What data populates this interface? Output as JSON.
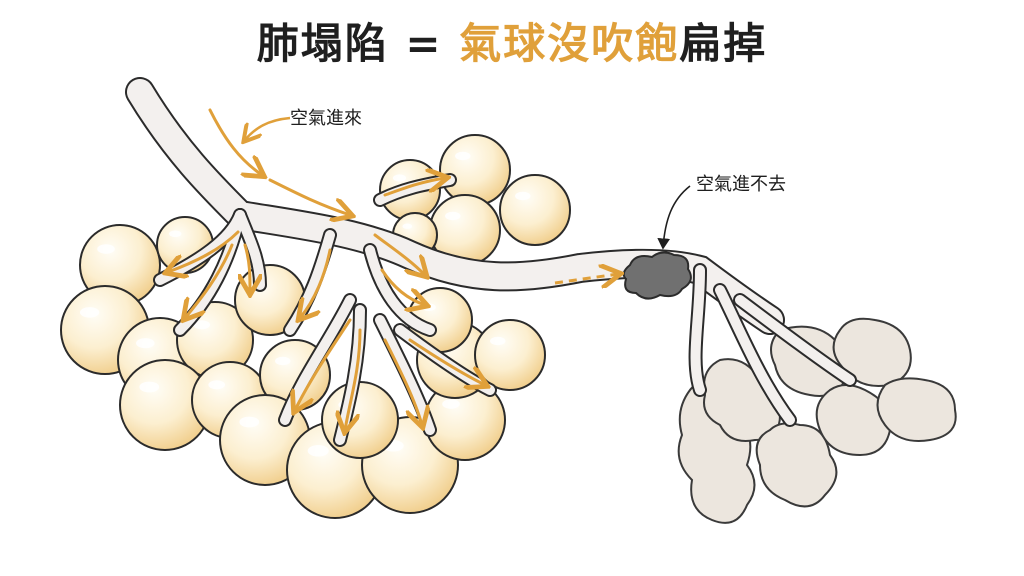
{
  "title": {
    "part1": "肺塌陷",
    "equals": "=",
    "highlight": "氣球沒吹飽",
    "part2": "扁掉"
  },
  "labels": {
    "air_in": "空氣進來",
    "air_blocked": "空氣進不去"
  },
  "colors": {
    "title_highlight": "#e0a03a",
    "arrow": "#e0a03a",
    "inflated_alveoli": "#fbe9bf",
    "collapsed_alveoli": "#ece6de",
    "blockage": "#707070"
  }
}
